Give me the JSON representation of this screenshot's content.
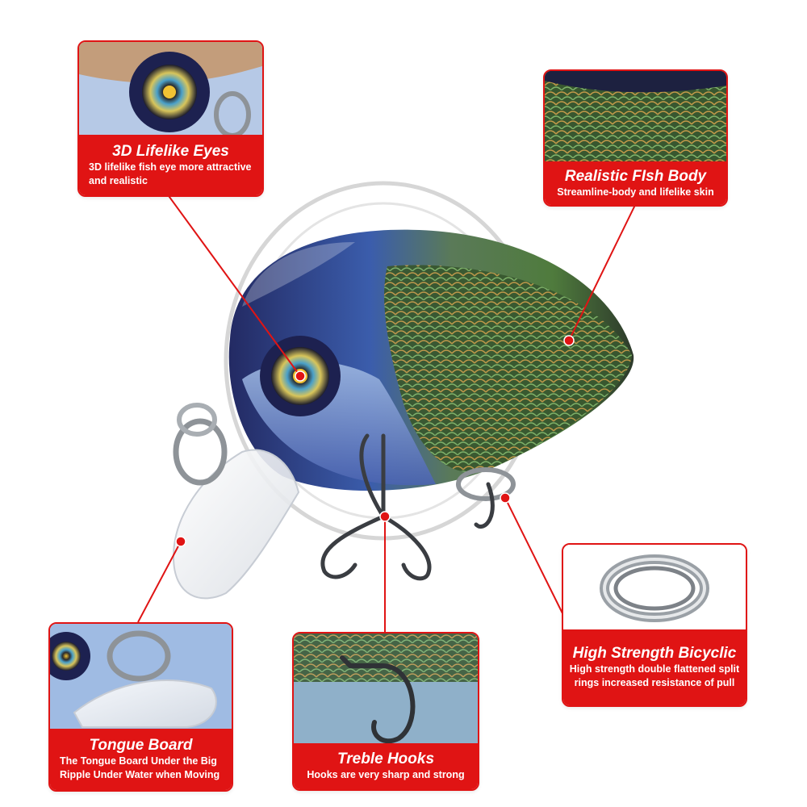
{
  "colors": {
    "accent_red": "#e01414",
    "text_on_red": "#ffffff",
    "lure_blue": "#28306a",
    "lure_green": "#4f7b3d",
    "lure_gold": "#c39a4a"
  },
  "callouts": {
    "eyes": {
      "title": "3D Lifelike  Eyes",
      "description": "3D lifelike fish eye more attractive and realistic"
    },
    "body": {
      "title": "Realistic FIsh Body",
      "description": "Streamline-body and lifelike skin"
    },
    "split_ring": {
      "title": "High Strength Bicyclic",
      "description": "High strength double flattened split rings increased resistance of pull"
    },
    "tongue": {
      "title": "Tongue Board",
      "description": "The Tongue Board Under the Big Ripple Under Water when Moving"
    },
    "hooks": {
      "title": "Treble Hooks",
      "description": "Hooks are very sharp and strong"
    }
  }
}
